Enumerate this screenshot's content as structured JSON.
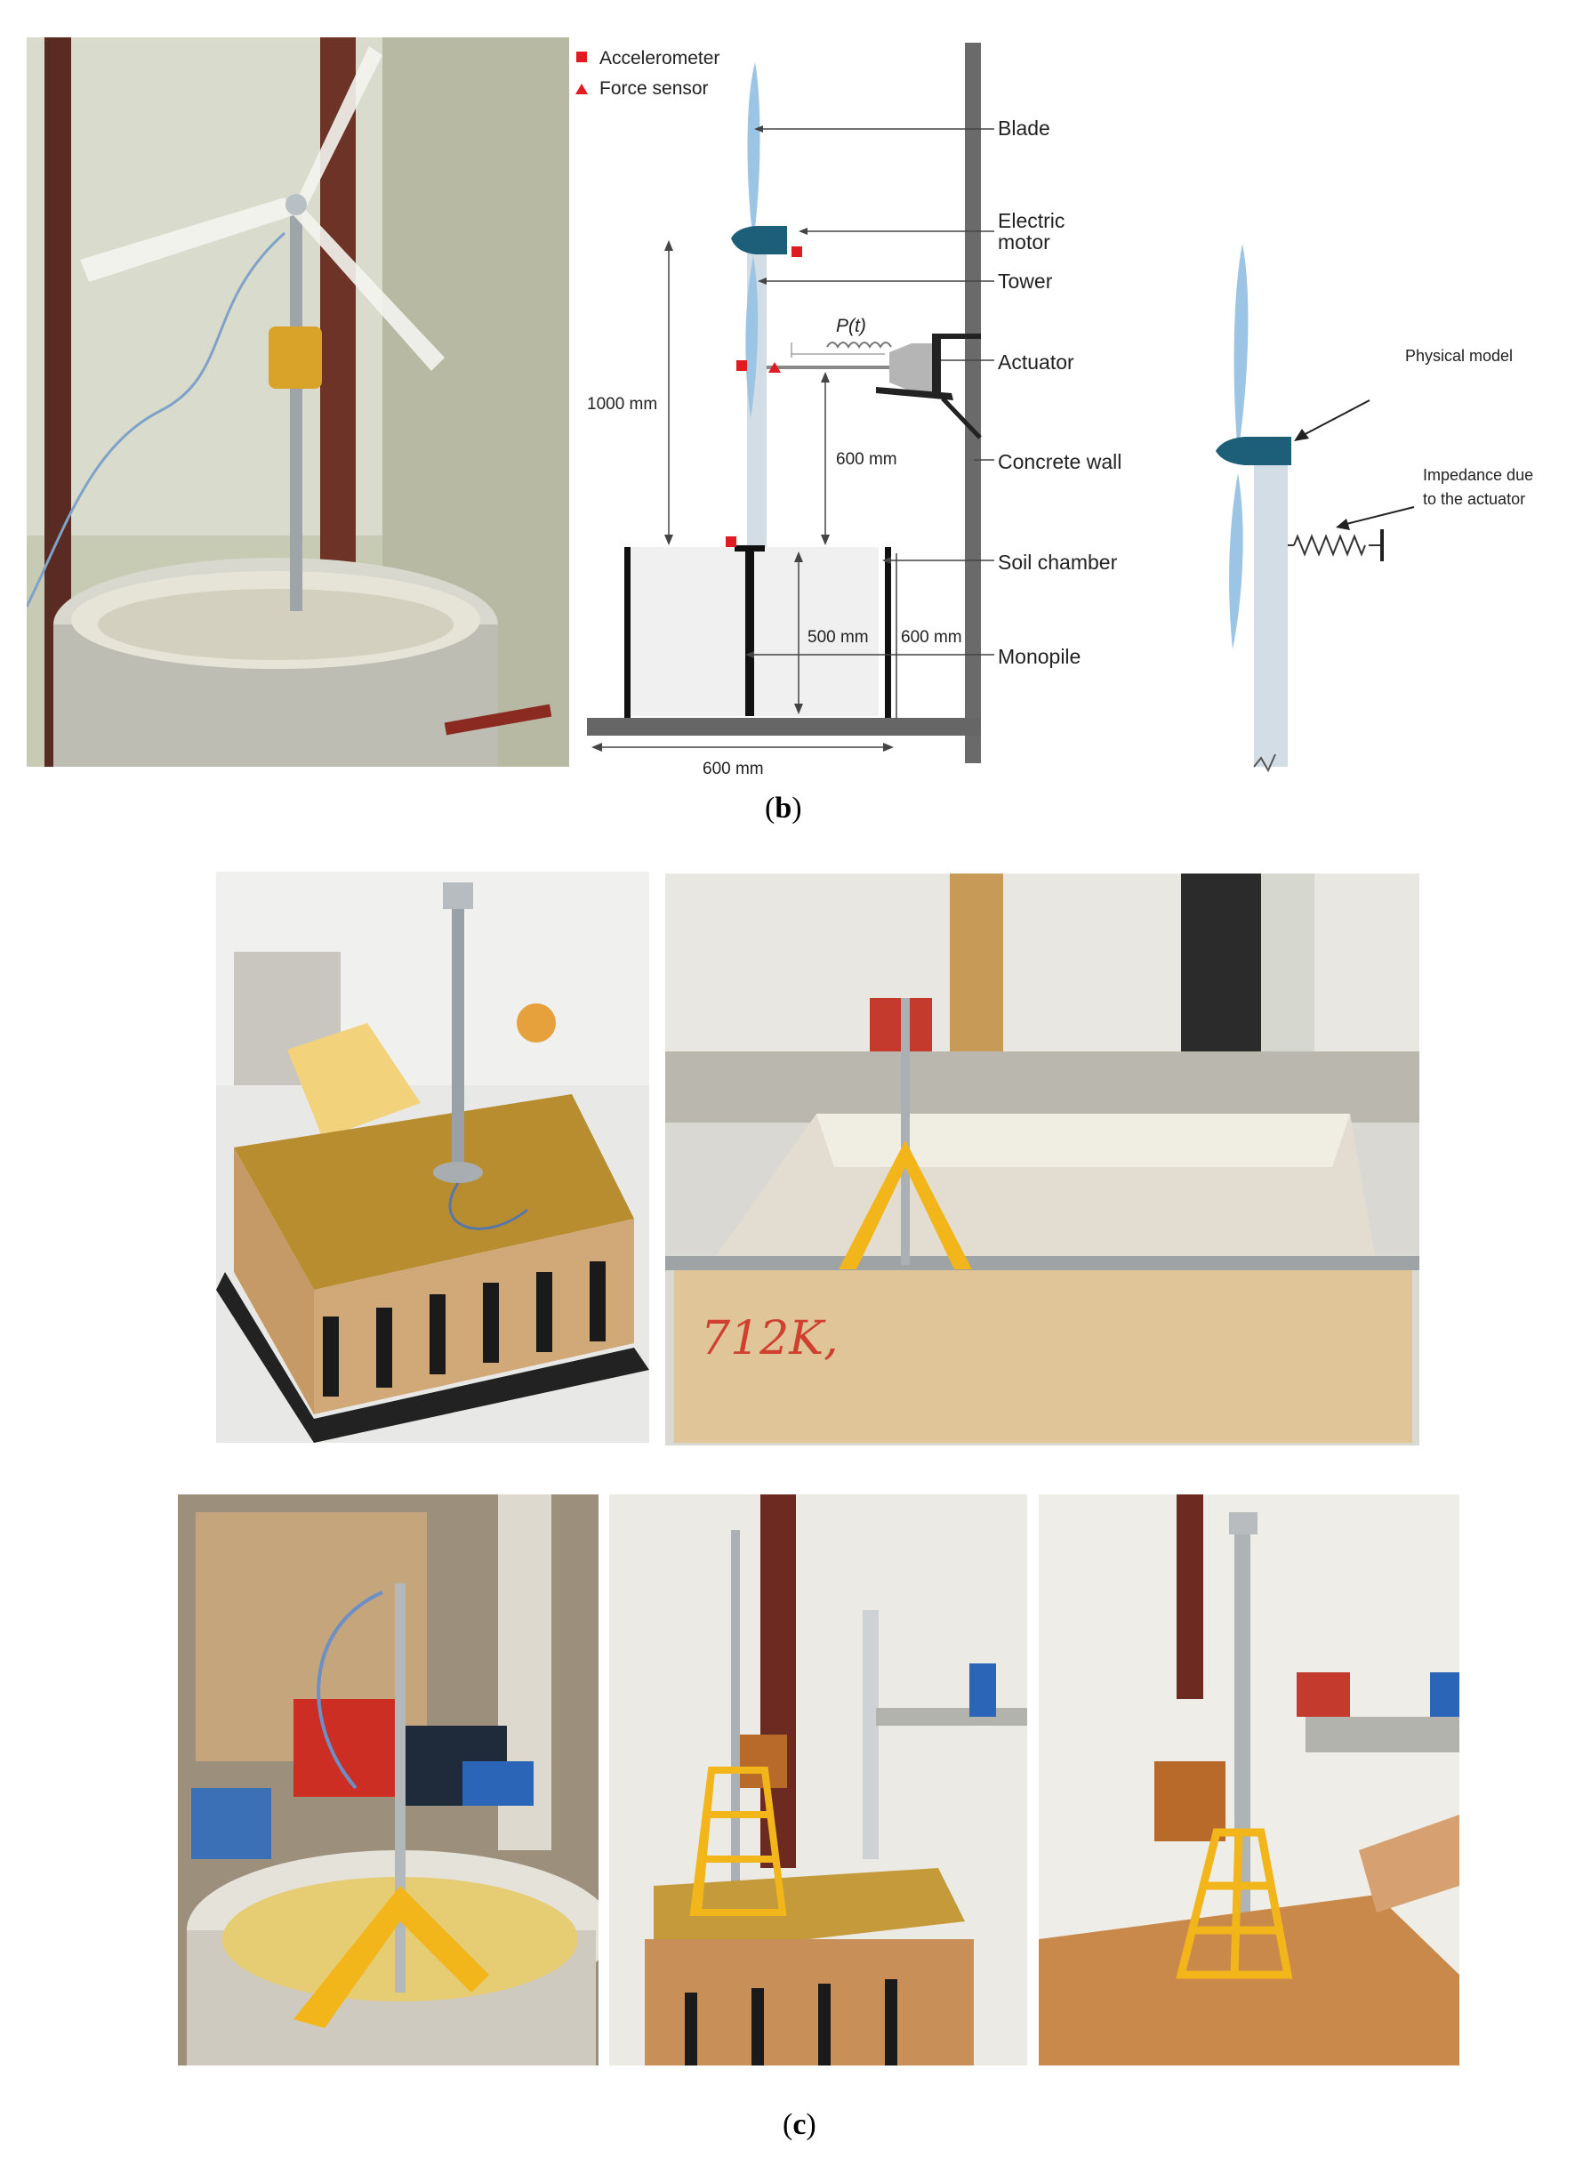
{
  "figure": {
    "legend": {
      "accelerometer": "Accelerometer",
      "force_sensor": "Force sensor"
    },
    "labels": {
      "blade": "Blade",
      "electric_motor_1": "Electric",
      "electric_motor_2": "motor",
      "tower": "Tower",
      "load": "P(t)",
      "actuator": "Actuator",
      "concrete_wall": "Concrete wall",
      "soil_chamber": "Soil chamber",
      "monopile": "Monopile"
    },
    "dimensions": {
      "height_1000": "1000 mm",
      "height_600_actuator": "600 mm",
      "depth_500": "500 mm",
      "chamber_600_height": "600 mm",
      "chamber_600_width": "600 mm"
    },
    "model_labels": {
      "physical_model": "Physical model",
      "impedance_1": "Impedance due",
      "impedance_2": "to the actuator"
    },
    "photo_text": {
      "box_marking": "712K,"
    },
    "captions": {
      "b_letter": "b",
      "c_letter": "c"
    },
    "colors": {
      "legend_red": "#e11b22",
      "blade_blue": "#9cc4e4",
      "motor_teal": "#1d5e78",
      "tower_grey": "#d2dde6",
      "frame_yellow": "#f2b51a",
      "soil_brown": "#b88d2f"
    }
  }
}
